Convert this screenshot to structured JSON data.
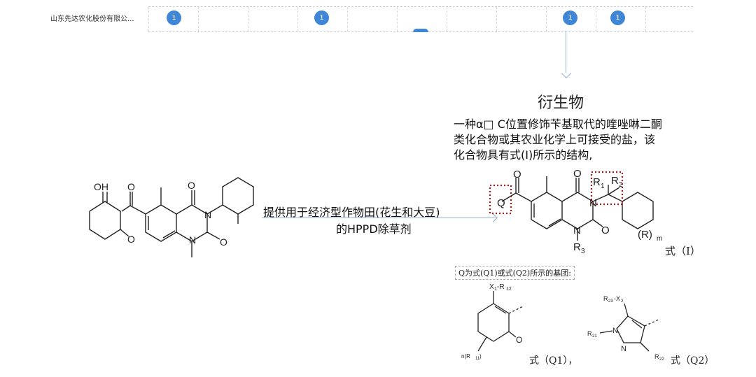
{
  "header_row": {
    "company": "山东先达农化股份有限公...",
    "badges": [
      "1",
      "1",
      "1",
      "1"
    ]
  },
  "derivative": {
    "title": "衍生物",
    "description_lines": [
      "一种α□ C位置修饰苄基取代的喹唑啉二酮",
      "类化合物或其农业化学上可接受的盐，该",
      "化合物具有式(I)所示的结构,"
    ]
  },
  "arrow_label": {
    "line1": "提供用于经济型作物田(花生和大豆)",
    "line2": "的HPPD除草剂"
  },
  "left_structure": {
    "labels": [
      "OH",
      "O",
      "O",
      "O",
      "O",
      "N",
      "N"
    ]
  },
  "formula_I": {
    "label": "式（I）",
    "atoms": [
      "Q",
      "O",
      "O",
      "N",
      "N",
      "O",
      "R",
      "1",
      "R",
      "2",
      "R",
      "3",
      "(R)",
      "m"
    ]
  },
  "q_note": "Q为式(Q1)或式(Q2)所示的基团:",
  "formula_Q1": {
    "label": "式（Q1），",
    "atoms": [
      "X",
      "1",
      "-R",
      "12",
      "n(R",
      "11",
      ")",
      "O"
    ]
  },
  "formula_Q2": {
    "label": "式（Q2）",
    "atoms": [
      "R",
      "23",
      "-X",
      "2",
      "R",
      "21",
      "N",
      "N",
      "R",
      "22"
    ]
  },
  "colors": {
    "accent": "#3f86d6",
    "arrow": "#8fb2d6",
    "highlight": "#a31a1a"
  }
}
